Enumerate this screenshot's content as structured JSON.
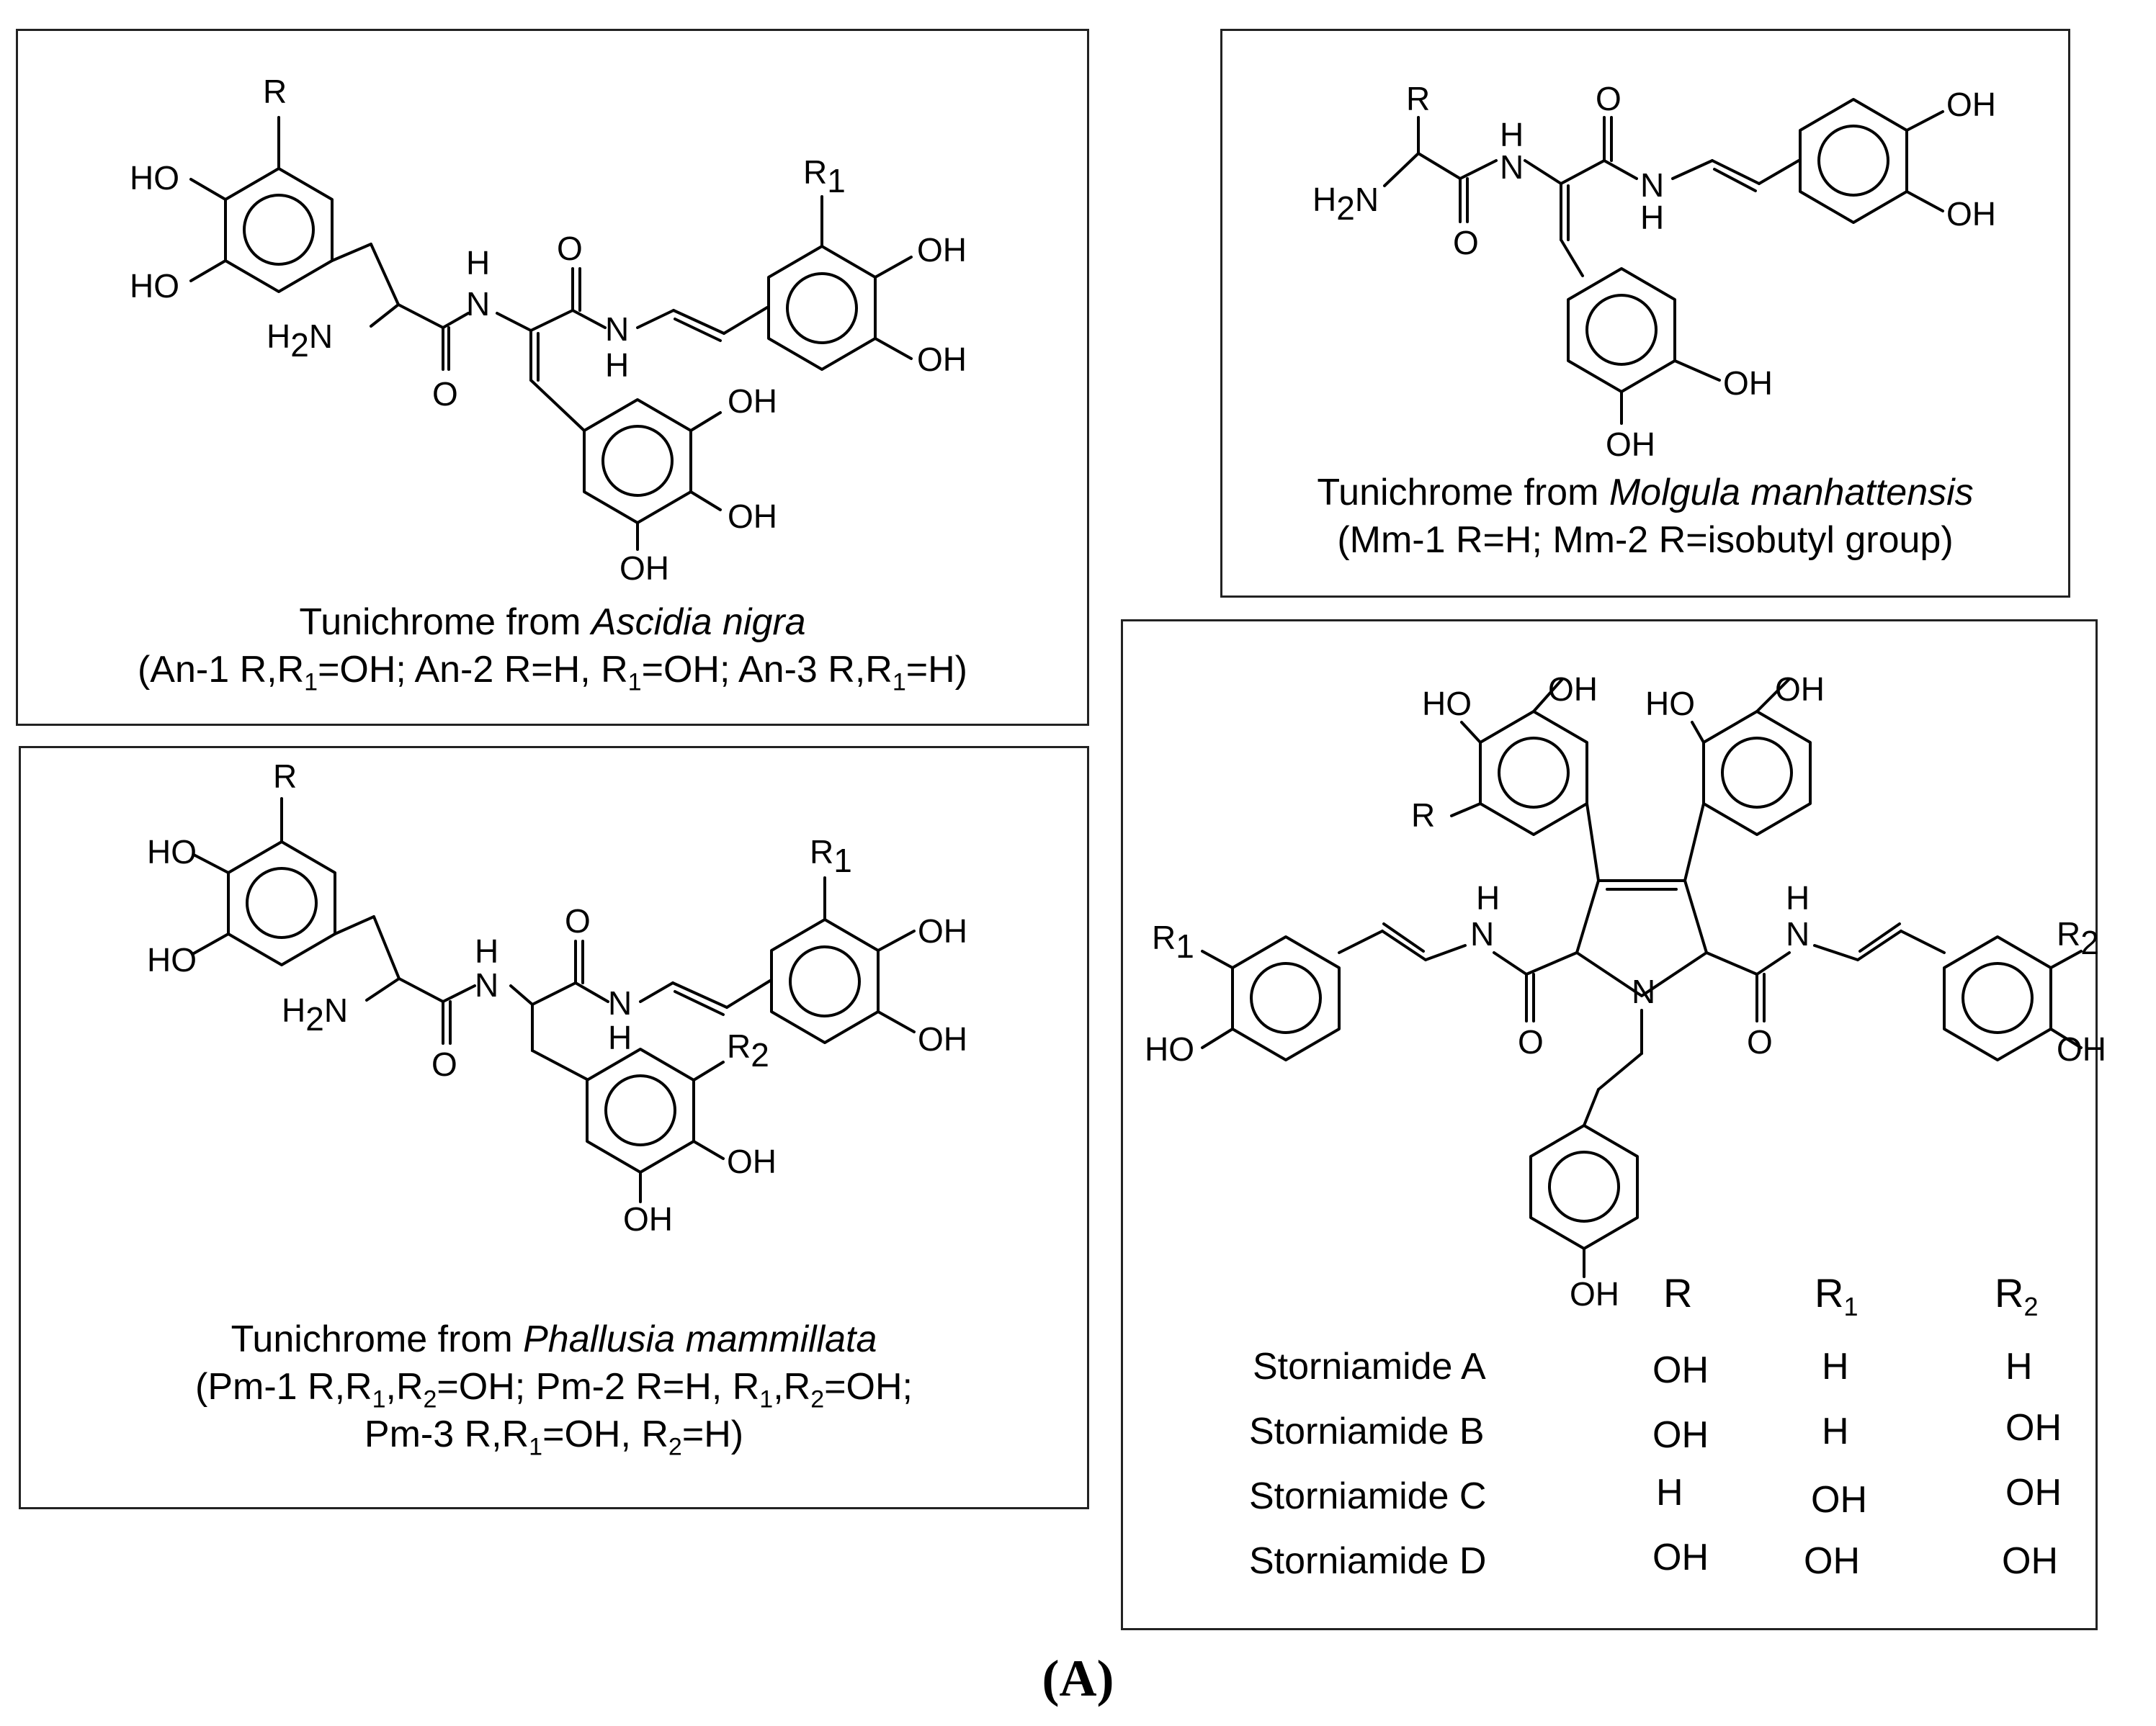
{
  "figure_label": "(A)",
  "panels": {
    "ascidia": {
      "caption_prefix": "Tunichrome from ",
      "caption_species": "Ascidia nigra",
      "caption_line2_a": "(An-1 R,R",
      "caption_line2_b": "1",
      "caption_line2_c": "=OH; An-2 R=H, R",
      "caption_line2_d": "1",
      "caption_line2_e": "=OH; An-3 R,R",
      "caption_line2_f": "1",
      "caption_line2_g": "=H)"
    },
    "molgula": {
      "caption_prefix": "Tunichrome from ",
      "caption_species": "Molgula manhattensis",
      "caption_line2": "(Mm-1 R=H; Mm-2 R=isobutyl group)"
    },
    "phallusia": {
      "caption_prefix": "Tunichrome from ",
      "caption_species": "Phallusia mammillata",
      "l2a": "(Pm-1 R,R",
      "l2b": "1",
      "l2c": ",R",
      "l2d": "2",
      "l2e": "=OH; Pm-2 R=H, R",
      "l2f": "1",
      "l2g": ",R",
      "l2h": "2",
      "l2i": "=OH;",
      "l3a": "Pm-3 R,R",
      "l3b": "1",
      "l3c": "=OH, R",
      "l3d": "2",
      "l3e": "=H)"
    },
    "storniamide": {
      "table_headers": [
        "R",
        "R",
        "R"
      ],
      "header_subs": [
        "",
        "1",
        "2"
      ],
      "rows": [
        {
          "name": "Storniamide A",
          "r": "OH",
          "r1": "H",
          "r2": "H"
        },
        {
          "name": "Storniamide B",
          "r": "OH",
          "r1": "H",
          "r2": "OH"
        },
        {
          "name": "Storniamide C",
          "r": "H",
          "r1": "OH",
          "r2": "OH"
        },
        {
          "name": "Storniamide D",
          "r": "OH",
          "r1": "OH",
          "r2": "OH"
        }
      ]
    }
  },
  "atom_labels": {
    "R": "R",
    "HO": "HO",
    "OH": "OH",
    "O": "O",
    "N": "N",
    "H": "H",
    "H2N_H": "H",
    "H2N_2": "2",
    "H2N_N": "N",
    "sub1": "1",
    "sub2": "2"
  }
}
